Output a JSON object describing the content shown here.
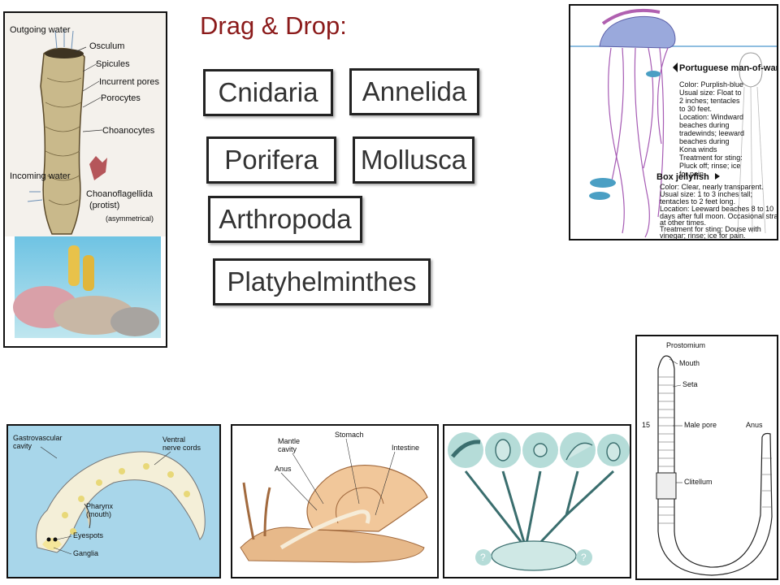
{
  "header": {
    "title": "Drag & Drop:"
  },
  "labels": [
    "Cnidaria",
    "Annelida",
    "Porifera",
    "Mollusca",
    "Arthropoda",
    "Platyhelminthes"
  ],
  "sponge": {
    "labels": [
      "Outgoing water",
      "Osculum",
      "Spicules",
      "Incurrent pores",
      "Porocytes",
      "Choanocytes",
      "Incoming water",
      "Choanoflagellida",
      "(protist)",
      "(asymmetrical)"
    ]
  },
  "jellyfish": {
    "mow_title": "Portuguese man-of-war",
    "mow_lines": [
      "Color: Purplish-blue",
      "Usual size: Float to",
      "2 inches; tentacles",
      "to 30 feet.",
      "Location: Windward",
      "beaches during",
      "tradewinds; leeward",
      "beaches during",
      "Kona winds",
      "Treatment for sting:",
      "Pluck off; rinse; ice",
      "for pain."
    ],
    "box_title": "Box jellyfish",
    "box_lines": [
      "Color: Clear, nearly transparent.",
      "Usual size: 1 to 3 inches tall;",
      "tentacles to 2 feet long.",
      "Location: Leeward beaches 8 to 10",
      "days after full moon. Occasional strays",
      "at other times.",
      "Treatment for sting: Douse with",
      "vinegar; rinse; ice for pain."
    ]
  },
  "flatworm": {
    "labels": [
      "Gastrovascular",
      "cavity",
      "Ventral",
      "nerve cords",
      "Pharynx",
      "(mouth)",
      "Eyespots",
      "Ganglia"
    ]
  },
  "snail": {
    "labels": [
      "Mantle",
      "cavity",
      "Stomach",
      "Intestine",
      "Anus"
    ]
  },
  "earthworm": {
    "labels": [
      "Prostomium",
      "Mouth",
      "Seta",
      "Male pore",
      "15",
      "Anus",
      "Clitellum"
    ]
  }
}
